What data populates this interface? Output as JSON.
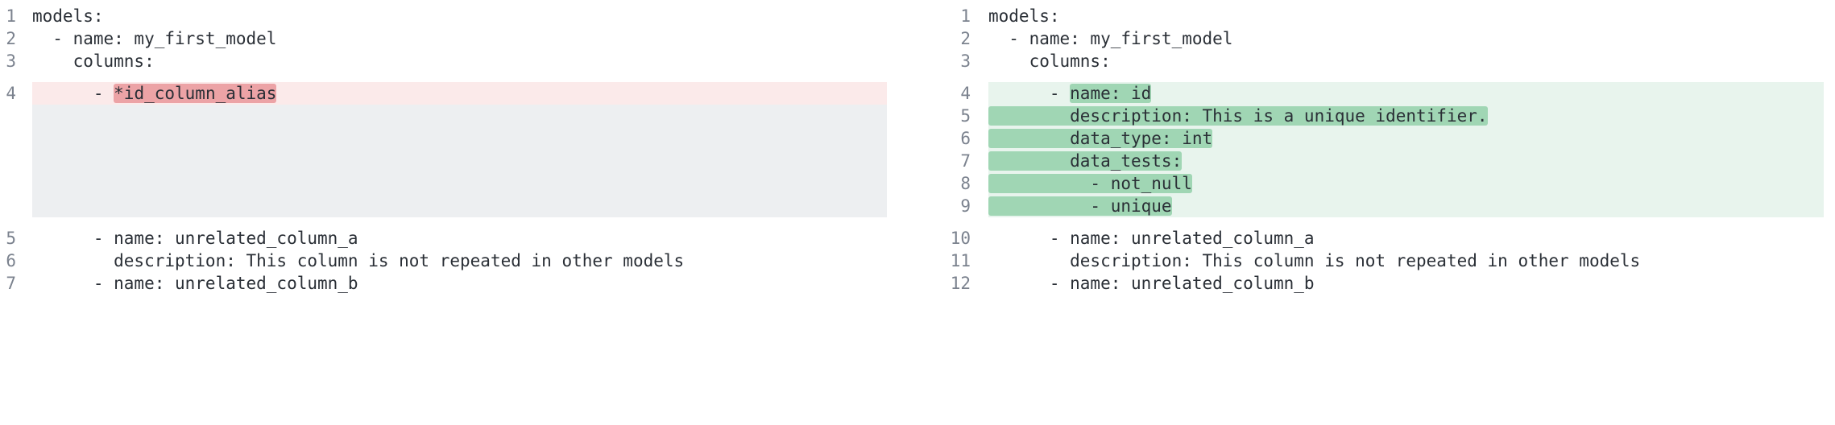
{
  "colors": {
    "removed_line_bg": "#fbeaea",
    "removed_word_bg": "#eca3a6",
    "added_line_bg": "#e8f4ed",
    "added_word_bg": "#a0d6b4",
    "filler_bg": "#edeff1",
    "line_number": "#7b828e",
    "code_text": "#2a2f36"
  },
  "left": {
    "lines": [
      {
        "num": "1",
        "pre": "models:",
        "hl": ""
      },
      {
        "num": "2",
        "pre": "  - name: my_first_model",
        "hl": ""
      },
      {
        "num": "3",
        "pre": "    columns:",
        "hl": ""
      },
      {
        "num": "4",
        "pre": "      - ",
        "hl": "*id_column_alias"
      },
      {
        "num": "5",
        "pre": "      - name: unrelated_column_a",
        "hl": ""
      },
      {
        "num": "6",
        "pre": "        description: This column is not repeated in other models",
        "hl": ""
      },
      {
        "num": "7",
        "pre": "      - name: unrelated_column_b",
        "hl": ""
      }
    ]
  },
  "right": {
    "lines": [
      {
        "num": "1",
        "pre": "models:",
        "hl": ""
      },
      {
        "num": "2",
        "pre": "  - name: my_first_model",
        "hl": ""
      },
      {
        "num": "3",
        "pre": "    columns:",
        "hl": ""
      },
      {
        "num": "4",
        "pre": "      - ",
        "hl": "name: id"
      },
      {
        "num": "5",
        "pre": "",
        "hl": "        description: This is a unique identifier."
      },
      {
        "num": "6",
        "pre": "",
        "hl": "        data_type: int"
      },
      {
        "num": "7",
        "pre": "",
        "hl": "        data_tests:"
      },
      {
        "num": "8",
        "pre": "",
        "hl": "          - not_null"
      },
      {
        "num": "9",
        "pre": "",
        "hl": "          - unique"
      },
      {
        "num": "10",
        "pre": "      - name: unrelated_column_a",
        "hl": ""
      },
      {
        "num": "11",
        "pre": "        description: This column is not repeated in other models",
        "hl": ""
      },
      {
        "num": "12",
        "pre": "      - name: unrelated_column_b",
        "hl": ""
      }
    ]
  }
}
